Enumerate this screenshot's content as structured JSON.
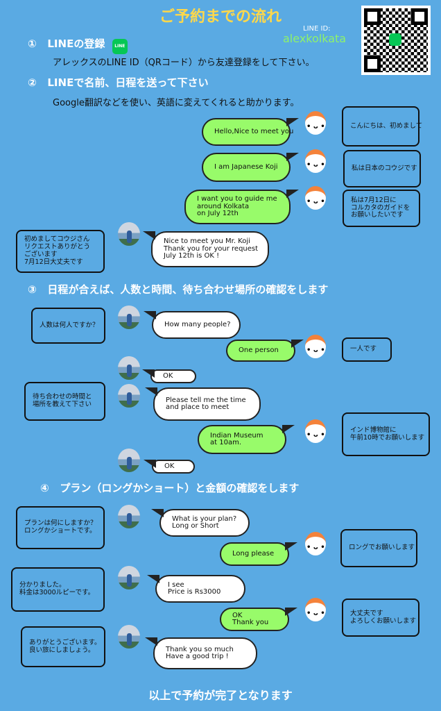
{
  "title": "ご予約までの流れ",
  "line_id_label": "LINE ID:",
  "line_id": "alexkolkata",
  "line_icon_text": "LINE",
  "steps": [
    {
      "num": "①",
      "label": "LINEの登録",
      "desc": "アレックスのLINE ID（QRコード）から友達登録をして下さい。"
    },
    {
      "num": "②",
      "label": "LINEで名前、日程を送って下さい",
      "desc": "Google翻訳などを使い、英語に変えてくれると助かります。"
    },
    {
      "num": "③",
      "label": "日程が合えば、人数と時間、待ち合わせ場所の確認をします"
    },
    {
      "num": "④",
      "label": "プラン（ロングかショート）と金額の確認をします"
    }
  ],
  "customer_messages": [
    "Hello,Nice to meet you",
    "I am Japanese Koji",
    "I want you to guide me\naround Kolkata\non July 12th",
    "One person",
    "Indian Museum\nat 10am.",
    "Long please",
    "OK\nThank you"
  ],
  "guide_messages": [
    "Nice to meet you Mr. Koji\nThank you for your request\nJuly 12th is OK !",
    "How many people?",
    "OK",
    "Please tell me the time\nand place to meet",
    "OK",
    "What is your plan?\nLong or Short",
    "I see\nPrice is Rs3000",
    "Thank you so much\nHave a good trip !"
  ],
  "translations": [
    "こんにちは、初めまして",
    "私は日本のコウジです",
    "私は7月12日に\nコルカタのガイドを\nお願いしたいです",
    "初めましてコウジさん\nリクエストありがとう\nございます\n7月12日大丈夫です",
    "人数は何人ですか？",
    "一人です",
    "待ち合わせの時間と\n場所を教えて下さい",
    "インド博物館に\n午前10時でお願いします",
    "プランは何にしますか？\nロングかショートです。",
    "ロングでお願いします",
    "分かりました。\n料金は3000ルピーです。",
    "大丈夫です\nよろしくお願いします",
    "ありがとうございます。\n良い旅にしましょう。"
  ],
  "footer": "以上で予約が完了となります"
}
